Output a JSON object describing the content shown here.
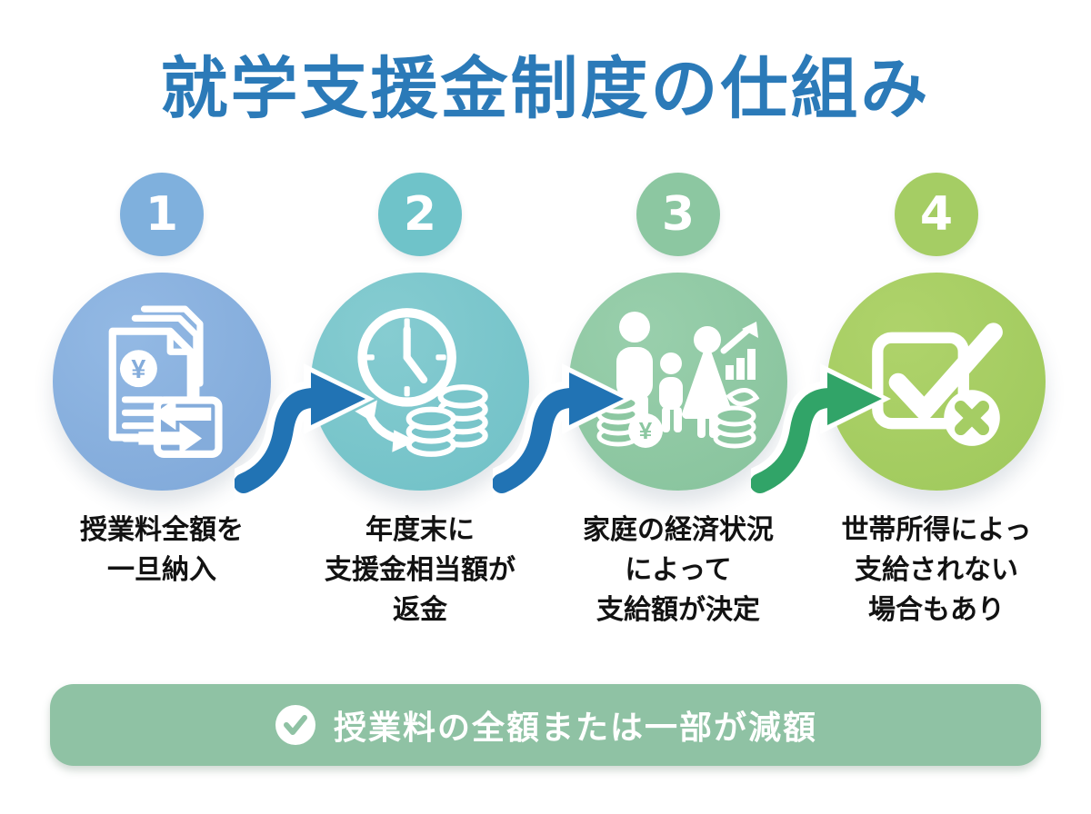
{
  "title": "就学支援金制度の仕組み",
  "steps": [
    {
      "number": "1",
      "icon": "documents-yen-exchange-icon",
      "label_lines": [
        "授業料全額を",
        "一旦納入"
      ],
      "circle_color": "#84acdb",
      "badge_color": "#7fb0dd"
    },
    {
      "number": "2",
      "icon": "clock-coins-refund-icon",
      "label_lines": [
        "年度末に",
        "支援金相当額が",
        "返金"
      ],
      "circle_color": "#79c5ca",
      "badge_color": "#6fc3c9"
    },
    {
      "number": "3",
      "icon": "family-income-chart-icon",
      "label_lines": [
        "家庭の経済状況",
        "によって",
        "支給額が決定"
      ],
      "circle_color": "#8cc7a1",
      "badge_color": "#8cc7a1"
    },
    {
      "number": "4",
      "icon": "checkbox-exclusion-icon",
      "label_lines": [
        "世帯所得によっ",
        "支給されない",
        "場合もあり"
      ],
      "circle_color": "#a5cd64",
      "badge_color": "#a5cd64"
    }
  ],
  "arrows": [
    {
      "from": "1",
      "to": "2",
      "color": "#2173b4"
    },
    {
      "from": "2",
      "to": "3",
      "color": "#2173b4"
    },
    {
      "from": "3",
      "to": "4",
      "color": "#31a468"
    }
  ],
  "banner": {
    "icon": "check-circle-icon",
    "label": "授業料の全額または一部が減額",
    "color": "#8fc2a4"
  },
  "colors": {
    "title": "#2b7ab8",
    "label_text": "#121212",
    "background": "#ffffff",
    "arrow_blue": "#2173b4",
    "arrow_green": "#31a468",
    "banner_green": "#8fc2a4"
  }
}
